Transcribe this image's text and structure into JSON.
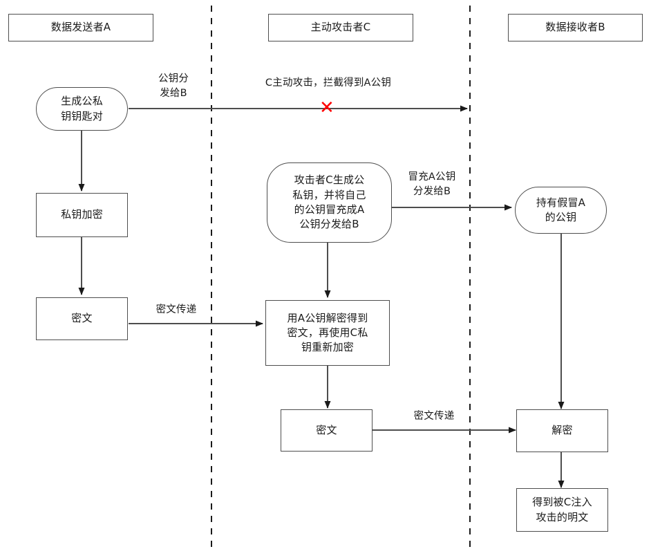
{
  "diagram": {
    "title_bar_absent": true,
    "background_color": "#ffffff",
    "stroke_color": "#4d4d4d",
    "text_color": "#1a1a1a",
    "attack_marker_color": "#ff0000",
    "lanes": [
      {
        "id": "lane-a",
        "header": "数据发送者A"
      },
      {
        "id": "lane-c",
        "header": "主动攻击者C"
      },
      {
        "id": "lane-b",
        "header": "数据接收者B"
      }
    ],
    "nodes": [
      {
        "id": "a-genkeys",
        "label": "生成公私\n钥钥匙对",
        "shape": "rounded"
      },
      {
        "id": "a-encrypt",
        "label": "私钥加密",
        "shape": "rect"
      },
      {
        "id": "a-cipher",
        "label": "密文",
        "shape": "rect"
      },
      {
        "id": "c-genkeys",
        "label": "攻击者C生成公\n私钥，并将自己\n的公钥冒充成A\n公钥分发给B",
        "shape": "rounded"
      },
      {
        "id": "c-reencrypt",
        "label": "用A公钥解密得到\n密文，再使用C私\n钥重新加密",
        "shape": "rect"
      },
      {
        "id": "c-cipher",
        "label": "密文",
        "shape": "rect"
      },
      {
        "id": "b-fakekey",
        "label": "持有假冒A\n的公钥",
        "shape": "rounded"
      },
      {
        "id": "b-decrypt",
        "label": "解密",
        "shape": "rect"
      },
      {
        "id": "b-plain",
        "label": "得到被C注入\n攻击的明文",
        "shape": "rect"
      }
    ],
    "edge_labels": [
      {
        "id": "label-pubkey-to-b",
        "text": "公钥分\n发给B"
      },
      {
        "id": "label-c-intercept",
        "text": "C主动攻击，拦截得到A公钥"
      },
      {
        "id": "label-fake-pubkey",
        "text": "冒充A公钥\n分发给B"
      },
      {
        "id": "label-cipher-pass-1",
        "text": "密文传递"
      },
      {
        "id": "label-cipher-pass-2",
        "text": "密文传递"
      }
    ],
    "markers": [
      {
        "id": "intercept-x",
        "glyph": "✕"
      }
    ]
  }
}
